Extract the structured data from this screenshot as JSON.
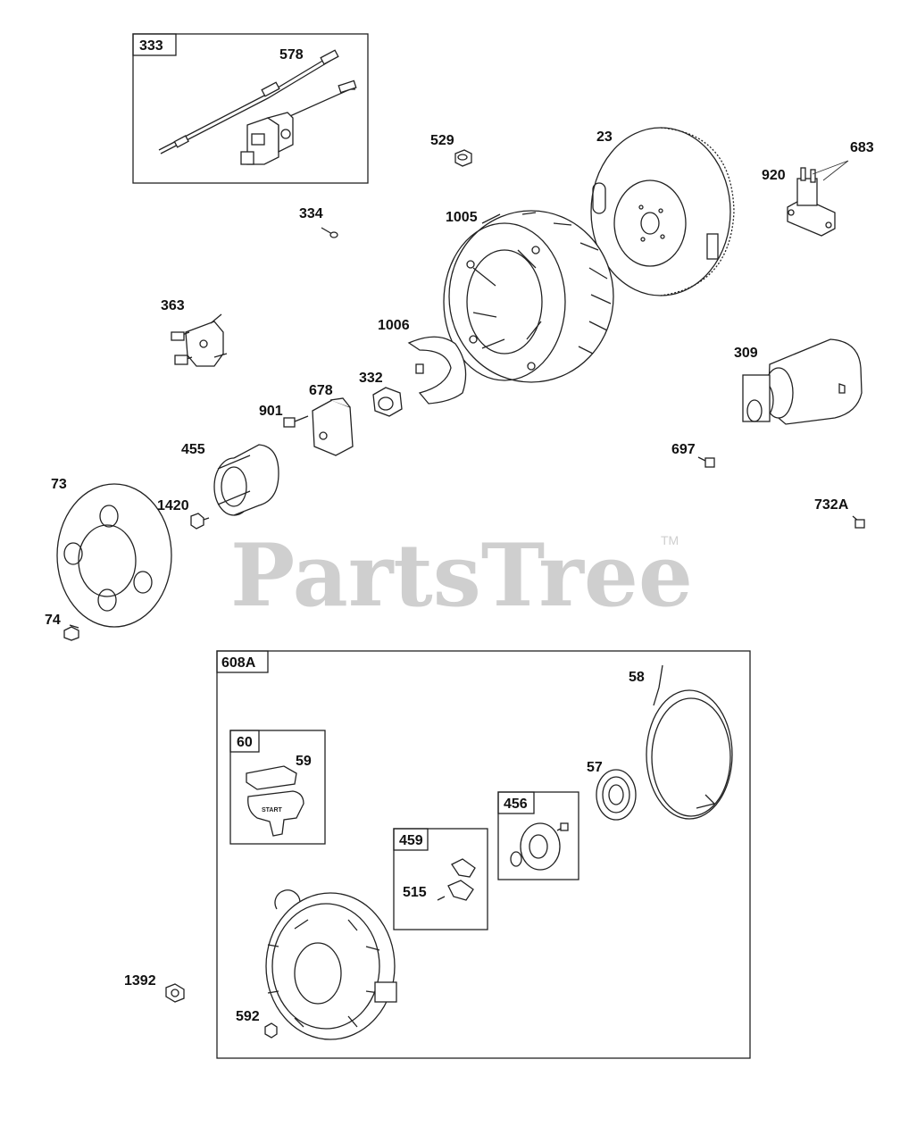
{
  "watermark": {
    "text": "PartsTree",
    "tm": "TM"
  },
  "boxes": [
    {
      "id": "box-333",
      "label": "333"
    },
    {
      "id": "box-608A",
      "label": "608A"
    },
    {
      "id": "box-60",
      "label": "60"
    },
    {
      "id": "box-459",
      "label": "459"
    },
    {
      "id": "box-456",
      "label": "456"
    }
  ],
  "callouts": {
    "p578": "578",
    "p529": "529",
    "p23": "23",
    "p683": "683",
    "p920": "920",
    "p334": "334",
    "p1005": "1005",
    "p363": "363",
    "p1006": "1006",
    "p309": "309",
    "p332": "332",
    "p678": "678",
    "p901": "901",
    "p455": "455",
    "p697": "697",
    "p73": "73",
    "p1420": "1420",
    "p732A": "732A",
    "p74": "74",
    "p58": "58",
    "p59": "59",
    "p57": "57",
    "p515": "515",
    "p1392": "1392",
    "p592": "592"
  },
  "handle_text": "START"
}
